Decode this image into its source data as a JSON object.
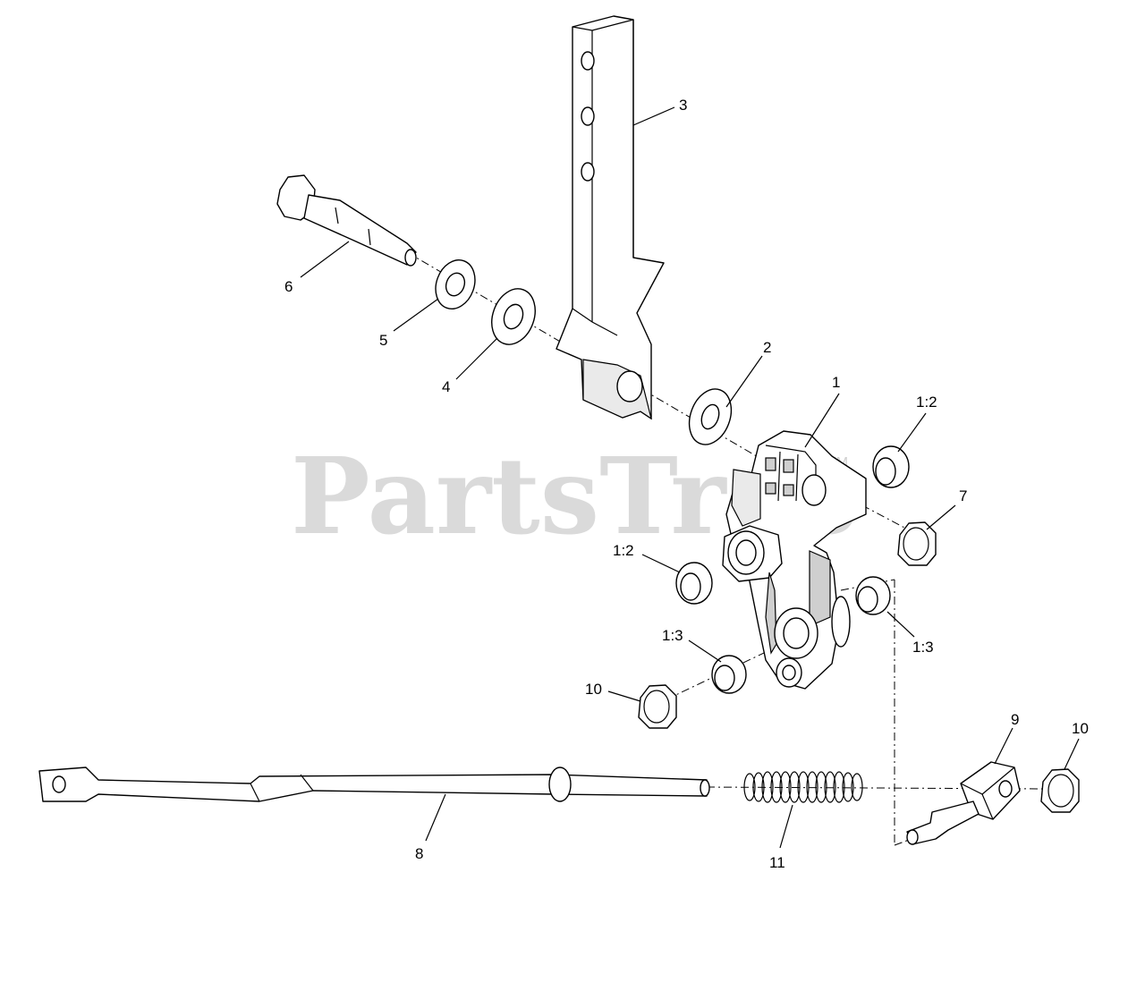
{
  "watermark": {
    "text": "PartsTree",
    "trademark": "TM"
  },
  "callouts": {
    "c1": "1",
    "c2": "2",
    "c3": "3",
    "c4": "4",
    "c5": "5",
    "c6": "6",
    "c7": "7",
    "c8": "8",
    "c9": "9",
    "c10a": "10",
    "c10b": "10",
    "c11": "11",
    "c12a": "1:2",
    "c12b": "1:2",
    "c13a": "1:3",
    "c13b": "1:3"
  },
  "colors": {
    "line": "#000000",
    "watermark": "#bdbdbd",
    "background": "#ffffff"
  }
}
